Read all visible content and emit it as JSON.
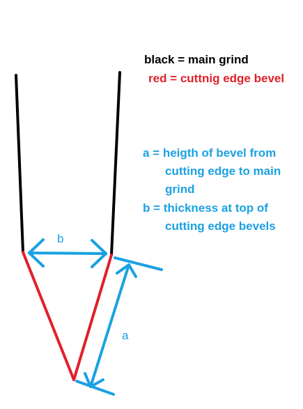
{
  "colors": {
    "main_grind": "#000000",
    "bevel": "#e0202a",
    "dimension": "#1ba1e2",
    "background": "#ffffff"
  },
  "legend": {
    "black": "black = main grind",
    "red": "red = cuttnig edge bevel"
  },
  "definitions": {
    "a_line1": "a = heigth of bevel from",
    "a_line2": "cutting edge to main",
    "a_line3": "grind",
    "b_line1": "b = thickness at top of",
    "b_line2": "cutting edge bevels"
  },
  "dimension_labels": {
    "a": "a",
    "b": "b"
  }
}
